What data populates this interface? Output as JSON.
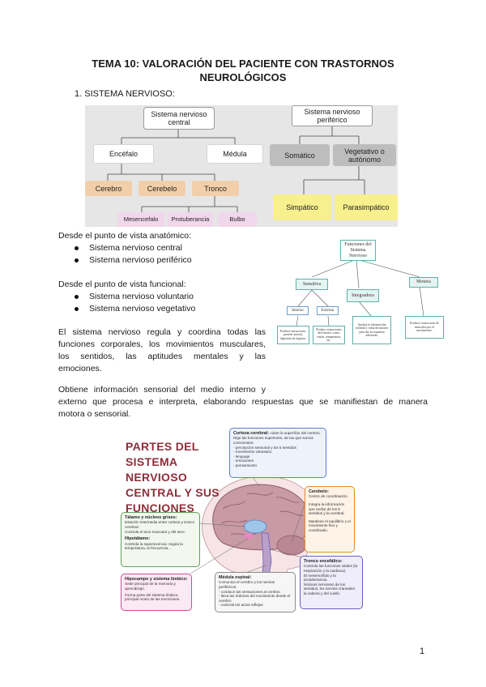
{
  "page": {
    "title": "TEMA 10: VALORACIÓN DEL PACIENTE CON TRASTORNOS NEUROLÓGICOS",
    "section_heading": "1.   SISTEMA NERVIOSO:",
    "page_number": "1"
  },
  "diagram1": {
    "snc": "Sistema nervioso central",
    "snp": "Sistema nervioso periférico",
    "encefalo": "Encéfalo",
    "medula": "Médula",
    "cerebro": "Cerebro",
    "cerebelo": "Cerebelo",
    "tronco": "Tronco",
    "mesencefalo": "Mesencefalo",
    "protuberancia": "Protuberancia",
    "bulbo": "Bulbo",
    "somatico": "Somático",
    "vegetativo": "Vegetativo o autónomo",
    "simpatico": "Simpático",
    "parasimpatico": "Parasimpático"
  },
  "anatomic": {
    "intro": "Desde el punto de vista anatómico:",
    "items": [
      "Sistema nervioso central",
      "Sistema nervioso periférico"
    ]
  },
  "functional": {
    "intro": "Desde el punto de vista funcional:",
    "items": [
      "Sistema nervioso voluntario",
      "Sistema nervioso vegetativo"
    ]
  },
  "paragraph1": {
    "lines": [
      "El sistema nervioso regula y coordina todas las",
      "funciones corporales, los movimientos musculares,",
      "los sentidos, las aptitudes mentales y las",
      "emociones."
    ]
  },
  "paragraph2": {
    "lines": [
      "Obtiene información sensorial del medio interno y",
      "externo que procesa e interpreta, elaborando respuestas que se manifiestan de manera",
      "motora o sensorial."
    ]
  },
  "diagram2": {
    "root": "Funciones del Sistema Nervioso",
    "sensitiva": "Sensitiva",
    "integradora": "Integradora",
    "motora": "Motora",
    "interno": "Interno",
    "externo": "Externo",
    "interno_desc": "Produce sensaciones: presión arterial, digestión de órganos.",
    "externo_desc": "Produce sensaciones del exterior como: visión, temperatura, etc.",
    "integradora_desc": "Analiza la información recibida y toma decisiones para dar la respuesta adecuada.",
    "motora_desc": "Produce contracción de músculos por el movimiento."
  },
  "infographic": {
    "title": "PARTES DEL SISTEMA NERVIOSO CENTRAL Y SUS FUNCIONES",
    "corteza": {
      "heading": "Corteza cerebral:",
      "lines": [
        "cubre la superficie del cerebro.",
        "Rige las funciones superiores, de las que somos conscientes:",
        "- percepción sensorial y los 5 sentidos",
        "- movimiento voluntario",
        "- lenguaje",
        "- emociones",
        "- pensamiento"
      ]
    },
    "cerebelo": {
      "heading": "Cerebelo:",
      "lines": [
        "Centro de coordinación.",
        "Integra la información que recibe de los 5 sentidos y la cerebral.",
        "Mantiene el equilibrio y el movimiento fino y coordinado."
      ]
    },
    "talamo": {
      "heading": "Tálamo y núcleos grises:",
      "lines": [
        "Estación intermedia entre corteza y tronco cerebral.",
        "Controla el tono muscular y del tono."
      ]
    },
    "hipotalamo": {
      "heading": "Hipotálamo:",
      "lines": [
        "Controla la supervivencia: regula la temperatura, la frecuencia..."
      ]
    },
    "hipocampo": {
      "heading": "Hipocampo y sistema límbico:",
      "lines": [
        "Sede principal de la memoria y aprendizaje.",
        "Forma parte del sistema límbico, principal motor de las emociones."
      ]
    },
    "medula": {
      "heading": "Médula espinal:",
      "lines": [
        "Comunica el cerebro y los nervios periféricos:",
        "- conduce las sensaciones al cerebro",
        "- lleva las órdenes del movimiento desde el cerebro",
        "- controla los actos reflejos"
      ]
    },
    "tronco": {
      "heading": "Tronco encefálico:",
      "lines": [
        "Controla las funciones vitales (la respiración y la cardiaca).",
        "El mesencéfalo y la protuberancia.",
        "Núcleos nerviosos de los sentidos, los nervios craneales: la cabeza y del cuello."
      ]
    },
    "colors": {
      "title": "#8e2e3a",
      "corteza": "#5b7fc7",
      "cerebelo": "#e58a2e",
      "talamo": "#5fa05a",
      "hipocampo": "#d64795",
      "medula": "#8a8a8a",
      "tronco": "#6a5fc0"
    }
  }
}
